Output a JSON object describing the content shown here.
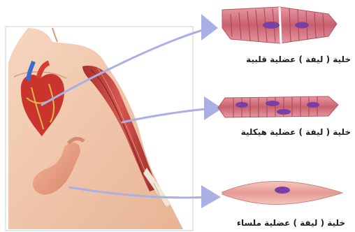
{
  "labels": {
    "cardiac": "خلية ( ليفة ) عضلية قلبية",
    "skeletal": "خلية ( ليفة ) عضلية هيكلية",
    "smooth": "خلية ( ليفة ) عضلية ملساء"
  },
  "colors": {
    "arrow": "#aab0e4",
    "skin": "#f2c9ad",
    "cardiac_fiber": "#d9737f",
    "skeletal_fiber": "#c96a78",
    "smooth_fiber": "#e8a8a4",
    "nucleus": "#7a3fa3",
    "muscle": "#c8423e",
    "heart": "#c9342c",
    "stomach": "#e59c82"
  },
  "icons": {
    "body": "human-torso-illustration",
    "heart": "heart-icon",
    "arm_muscle": "biceps-muscle-icon",
    "stomach": "stomach-icon"
  }
}
